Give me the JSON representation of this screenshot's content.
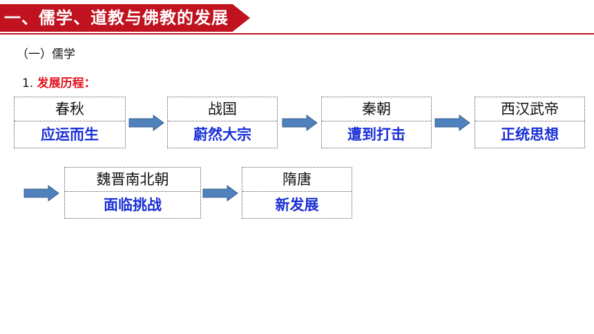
{
  "header": {
    "title": "一、儒学、道教与佛教的发展"
  },
  "section": {
    "label": "（一）儒学"
  },
  "subheading": {
    "number": "1.",
    "label": "发展历程："
  },
  "timeline": [
    {
      "period": "春秋",
      "status": "应运而生"
    },
    {
      "period": "战国",
      "status": "蔚然大宗"
    },
    {
      "period": "秦朝",
      "status": "遭到打击"
    },
    {
      "period": "西汉武帝",
      "status": "正统思想"
    },
    {
      "period": "魏晋南北朝",
      "status": "面临挑战"
    },
    {
      "period": "隋唐",
      "status": "新发展"
    }
  ],
  "colors": {
    "banner": "#c0121f",
    "accent_red": "#e0121f",
    "status_blue": "#1a2fd6",
    "arrow_fill": "#4f81bd"
  },
  "icons": {
    "arrow": "right-arrow-icon"
  }
}
